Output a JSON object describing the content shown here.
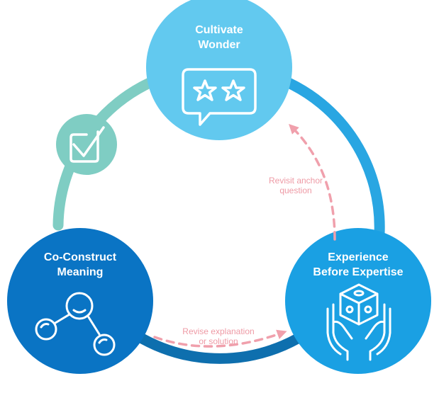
{
  "nodes": {
    "top": {
      "line1": "Cultivate",
      "line2": "Wonder"
    },
    "right": {
      "line1": "Experience",
      "line2": "Before Expertise"
    },
    "left": {
      "line1": "Co-Construct",
      "line2": "Meaning"
    }
  },
  "annotations": {
    "revisit": {
      "line1": "Revisit anchor",
      "line2": "question"
    },
    "revise": {
      "line1": "Revise explanation",
      "line2": "or solution"
    }
  },
  "icons": {
    "top": "speech-bubble-stars-icon",
    "right": "hands-holding-cube-icon",
    "left": "molecule-network-icon",
    "badge": "checkbox-check-icon"
  },
  "colors": {
    "top_circle": "#62c9ef",
    "right_circle": "#1aa0e3",
    "left_circle": "#0a74c4",
    "badge": "#7fcdc3",
    "dashed_arrow": "#f0a0ac"
  }
}
